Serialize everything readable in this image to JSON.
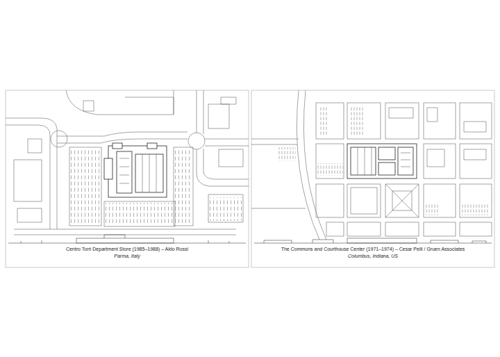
{
  "diagram": {
    "labels": [
      "Centro Torri Department Store (1985–1988) – Aldo Rossi",
      "Parma, Italy",
      "The Commons and Courthouse Center (1971–1974) – Cesar Pelli / Gruen Associates",
      "Columbus, Indiana, US"
    ]
  }
}
